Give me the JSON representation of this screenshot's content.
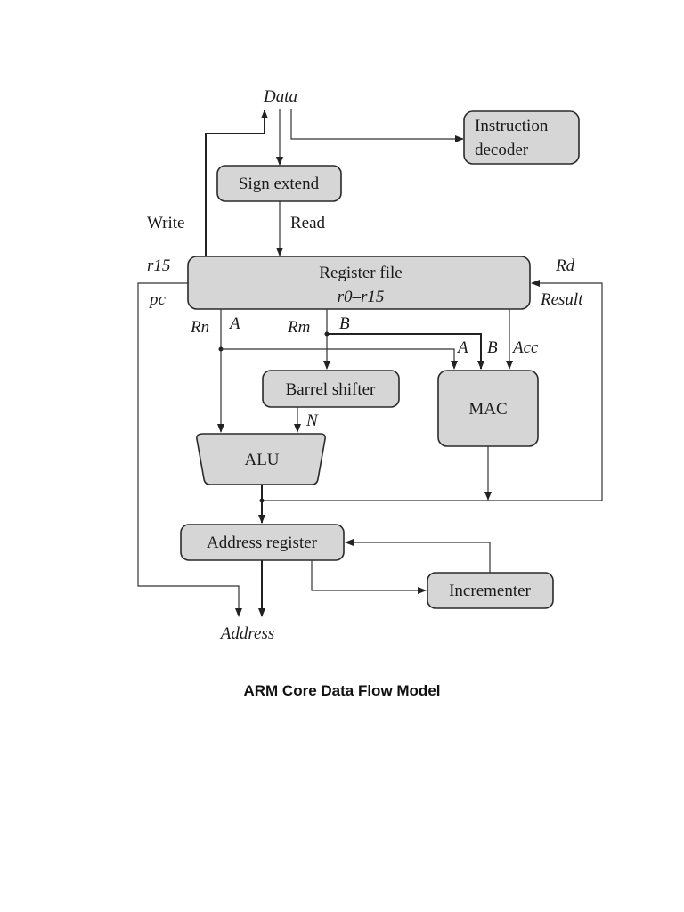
{
  "diagram": {
    "blocks": {
      "instruction_decoder": [
        "Instruction",
        "decoder"
      ],
      "sign_extend": "Sign extend",
      "register_file": "Register file",
      "register_file_range": "r0–r15",
      "barrel_shifter": "Barrel shifter",
      "mac": "MAC",
      "alu": "ALU",
      "address_register": "Address register",
      "incrementer": "Incrementer"
    },
    "labels": {
      "data": "Data",
      "write": "Write",
      "read": "Read",
      "r15": "r15",
      "pc": "pc",
      "rd": "Rd",
      "result": "Result",
      "rn": "Rn",
      "a": "A",
      "rm": "Rm",
      "b": "B",
      "mac_a": "A",
      "mac_b": "B",
      "acc": "Acc",
      "n": "N",
      "address": "Address"
    }
  },
  "caption": "ARM Core Data Flow Model"
}
